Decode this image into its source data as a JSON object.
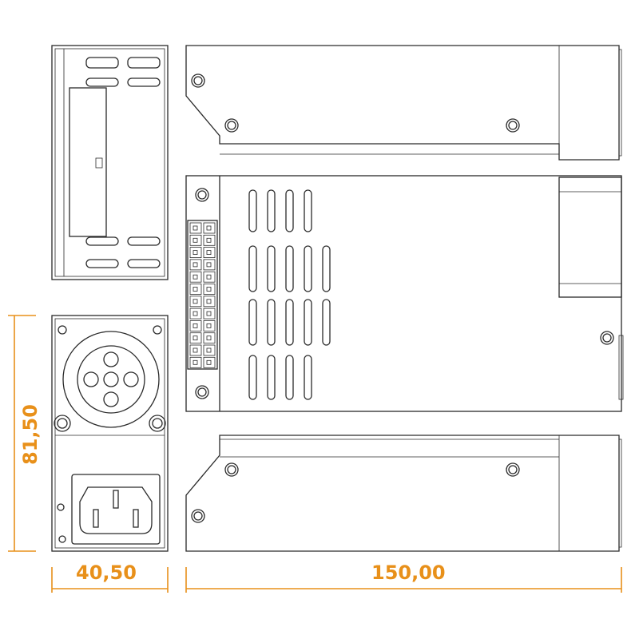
{
  "dimensions": {
    "height": "81,50",
    "width": "40,50",
    "length": "150,00"
  },
  "colors": {
    "dimension": "#e8901a",
    "line": "#2a2a2a"
  },
  "views": [
    "top-view",
    "side-view-top",
    "plan-view",
    "side-view-bottom",
    "front-view"
  ]
}
